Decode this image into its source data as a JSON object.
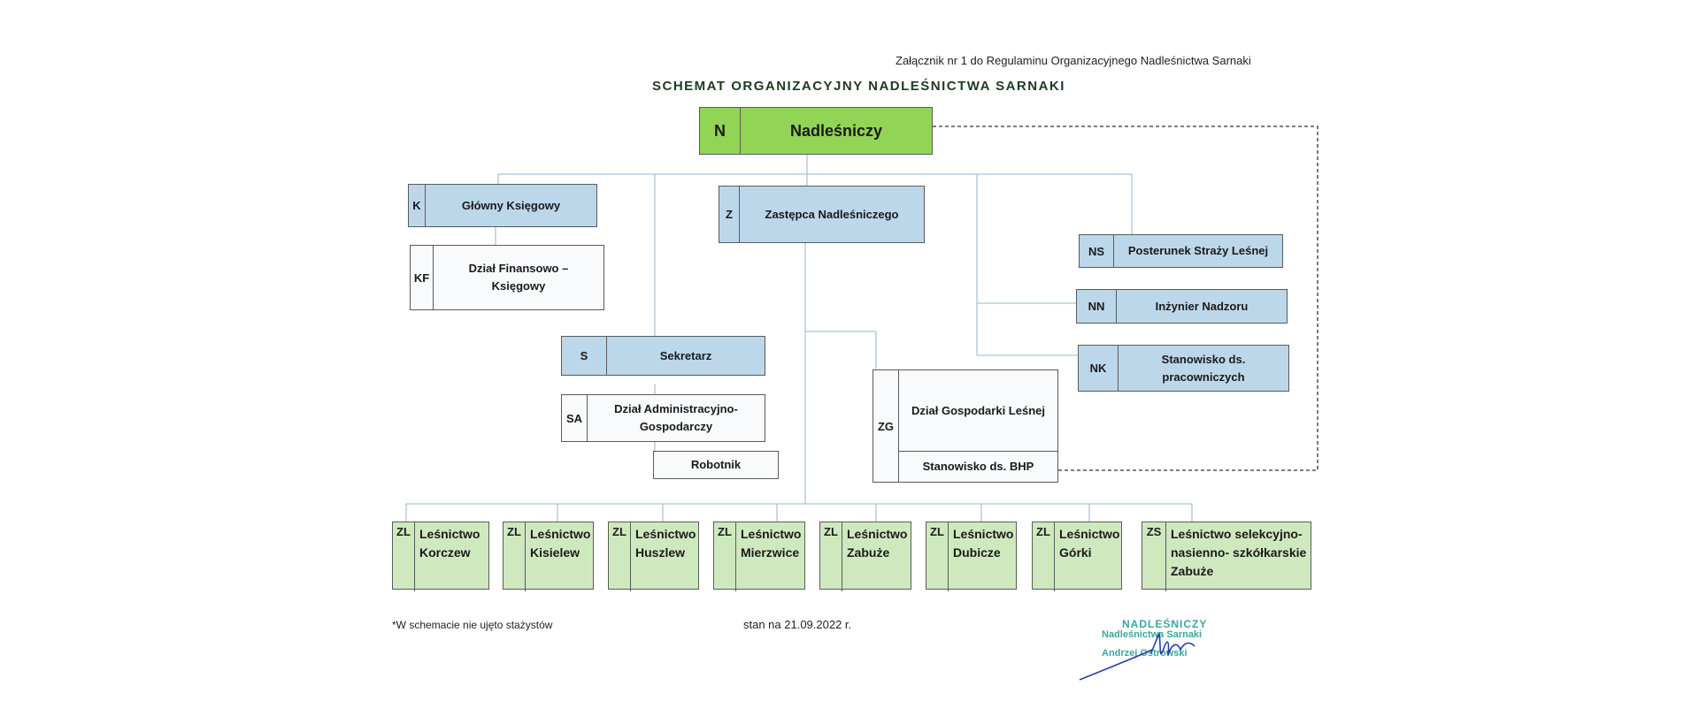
{
  "header": {
    "annex": "Załącznik nr 1 do Regulaminu Organizacyjnego Nadleśnictwa Sarnaki",
    "title": "SCHEMAT ORGANIZACYJNY NADLEŚNICTWA SARNAKI"
  },
  "nodes": {
    "n": {
      "code": "N",
      "name": "Nadleśniczy"
    },
    "k": {
      "code": "K",
      "name": "Główny Księgowy"
    },
    "kf": {
      "code": "KF",
      "name": "Dział Finansowo – Księgowy"
    },
    "z": {
      "code": "Z",
      "name": "Zastępca Nadleśniczego"
    },
    "s": {
      "code": "S",
      "name": "Sekretarz"
    },
    "sa": {
      "code": "SA",
      "name": "Dział Administracyjno-Gospodarczy"
    },
    "robotnik": {
      "name": "Robotnik"
    },
    "zg": {
      "code": "ZG",
      "name": "Dział Gospodarki Leśnej",
      "sub": "Stanowisko ds. BHP"
    },
    "ns": {
      "code": "NS",
      "name": "Posterunek Straży Leśnej"
    },
    "nn": {
      "code": "NN",
      "name": "Inżynier Nadzoru"
    },
    "nk": {
      "code": "NK",
      "name": "Stanowisko ds. pracowniczych"
    }
  },
  "forestries": [
    {
      "code": "ZL",
      "name": "Leśnictwo Korczew"
    },
    {
      "code": "ZL",
      "name": "Leśnictwo Kisielew"
    },
    {
      "code": "ZL",
      "name": "Leśnictwo Huszlew"
    },
    {
      "code": "ZL",
      "name": "Leśnictwo Mierzwice"
    },
    {
      "code": "ZL",
      "name": "Leśnictwo Zabuże"
    },
    {
      "code": "ZL",
      "name": "Leśnictwo Dubicze"
    },
    {
      "code": "ZL",
      "name": "Leśnictwo Górki"
    },
    {
      "code": "ZS",
      "name": "Leśnictwo selekcyjno-nasienno- szkółkarskie Zabuże"
    }
  ],
  "footer": {
    "note": "*W schemacie nie ujęto stażystów",
    "date": "stan na 21.09.2022 r."
  },
  "stamp": {
    "line1": "NADLEŚNICZY",
    "line2": "Nadleśnictwa Sarnaki",
    "line3": "Andrzej Ostrowski"
  },
  "colors": {
    "green_head": "#92d456",
    "blue_unit": "#bcd7ea",
    "green_forestry": "#cfe9bf",
    "connector": "#a9c7d6",
    "stamp": "#3aa6a0"
  }
}
